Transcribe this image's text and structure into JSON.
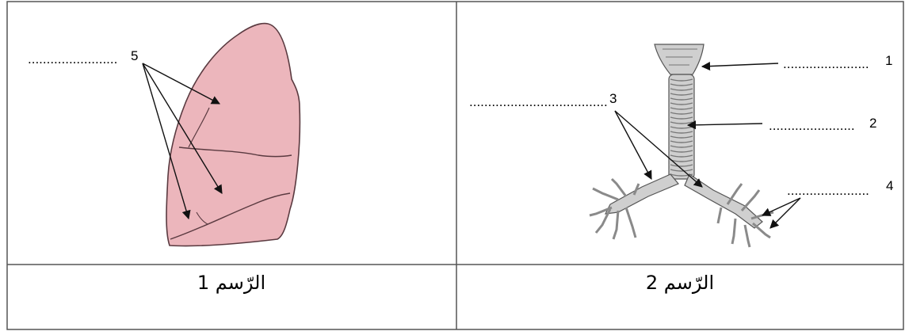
{
  "figure1": {
    "caption": "الرّسم 1",
    "labels": [
      {
        "number": "5",
        "blank": "........................"
      }
    ]
  },
  "figure2": {
    "caption": "الرّسم 2",
    "labels": [
      {
        "number": "1",
        "blank": "......................."
      },
      {
        "number": "2",
        "blank": "......................."
      },
      {
        "number": "3",
        "blank": "....................................."
      },
      {
        "number": "4",
        "blank": "......................"
      }
    ]
  },
  "colors": {
    "lung": "#ecb6bc",
    "airway": "#cfcfcf",
    "ink": "#222222"
  }
}
